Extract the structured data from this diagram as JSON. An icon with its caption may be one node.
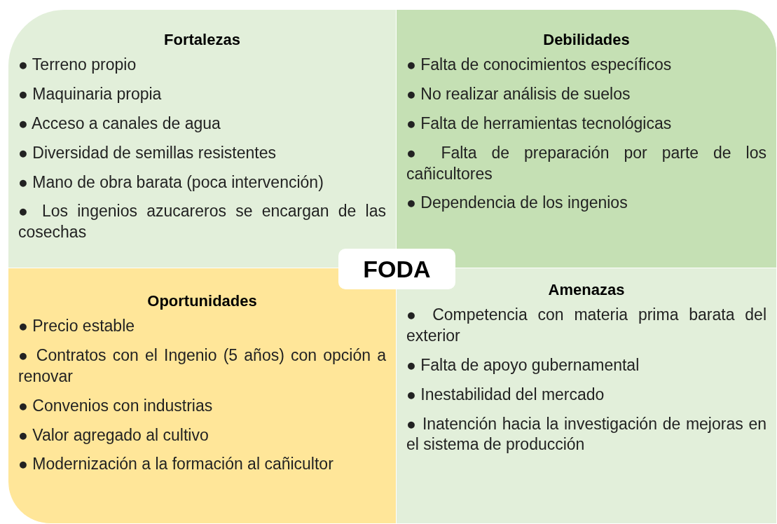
{
  "diagram": {
    "nodes": [
      {
        "text": [
          "Fortalezas",
          "● Terreno propio",
          "● Maquinaria propia",
          "● Acceso a canales de agua",
          "● Diversidad de semillas resistentes",
          "● Mano de obra barata (poca intervención)",
          "● Los ingenios azucareros se encargan de las cosechas"
        ]
      },
      {
        "text": [
          "Debilidades",
          "● Falta de conocimientos específicos",
          "● No realizar análisis de suelos",
          "● Falta de herramientas tecnológicas",
          "● Falta de preparación por parte de los cañicultores",
          "● Dependencia de los ingenios"
        ]
      },
      {
        "text": [
          "FODA"
        ]
      },
      {
        "text": [
          "Oportunidades",
          "● Precio estable",
          "● Contratos con el Ingenio (5 años) con opción a renovar",
          "● Convenios con industrias",
          "● Valor agregado al cultivo",
          "● Modernización a la formación al cañicultor"
        ]
      },
      {
        "text": [
          "Amenazas",
          "● Competencia con materia prima barata del exterior",
          "● Falta de apoyo gubernamental",
          "● Inestabilidad del mercado",
          "● Inatención hacia la investigación de mejoras en el sistema de producción"
        ]
      }
    ],
    "edges": []
  }
}
